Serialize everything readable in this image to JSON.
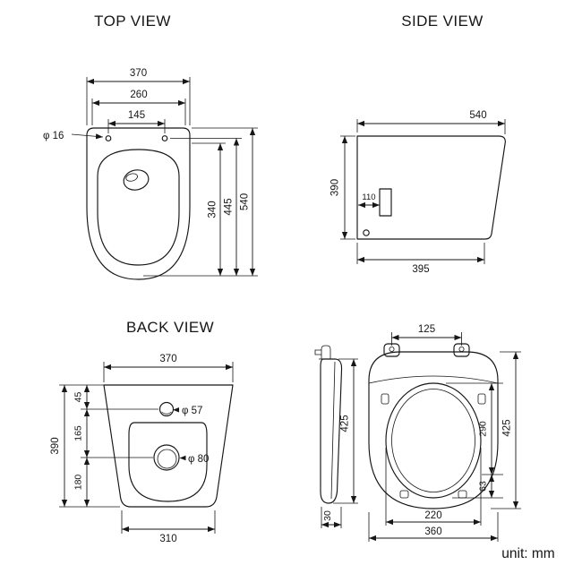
{
  "sheet": {
    "unit_label": "unit: mm"
  },
  "top_view": {
    "title": "TOP VIEW",
    "dims": {
      "width": "370",
      "inner_width": "260",
      "hole_spacing": "145",
      "hole_diameter": "φ 16",
      "depth_total": "540",
      "depth_mid": "445",
      "depth_bowl": "340"
    }
  },
  "side_view": {
    "title": "SIDE VIEW",
    "dims": {
      "depth_top": "540",
      "height": "390",
      "wall_offset": "110",
      "depth_bottom": "395"
    }
  },
  "back_view": {
    "title": "BACK VIEW",
    "dims": {
      "width": "370",
      "offset_top": "45",
      "offset_mid": "165",
      "height": "390",
      "offset_bottom": "180",
      "inlet_diameter": "φ 57",
      "outlet_diameter": "φ 80",
      "width_bottom": "310"
    }
  },
  "seat_view": {
    "dims": {
      "hinge_spacing": "125",
      "side_height": "425",
      "side_thickness": "30",
      "opening_length": "290",
      "total_length": "425",
      "front_edge": "63",
      "opening_width": "220",
      "width": "360"
    }
  }
}
